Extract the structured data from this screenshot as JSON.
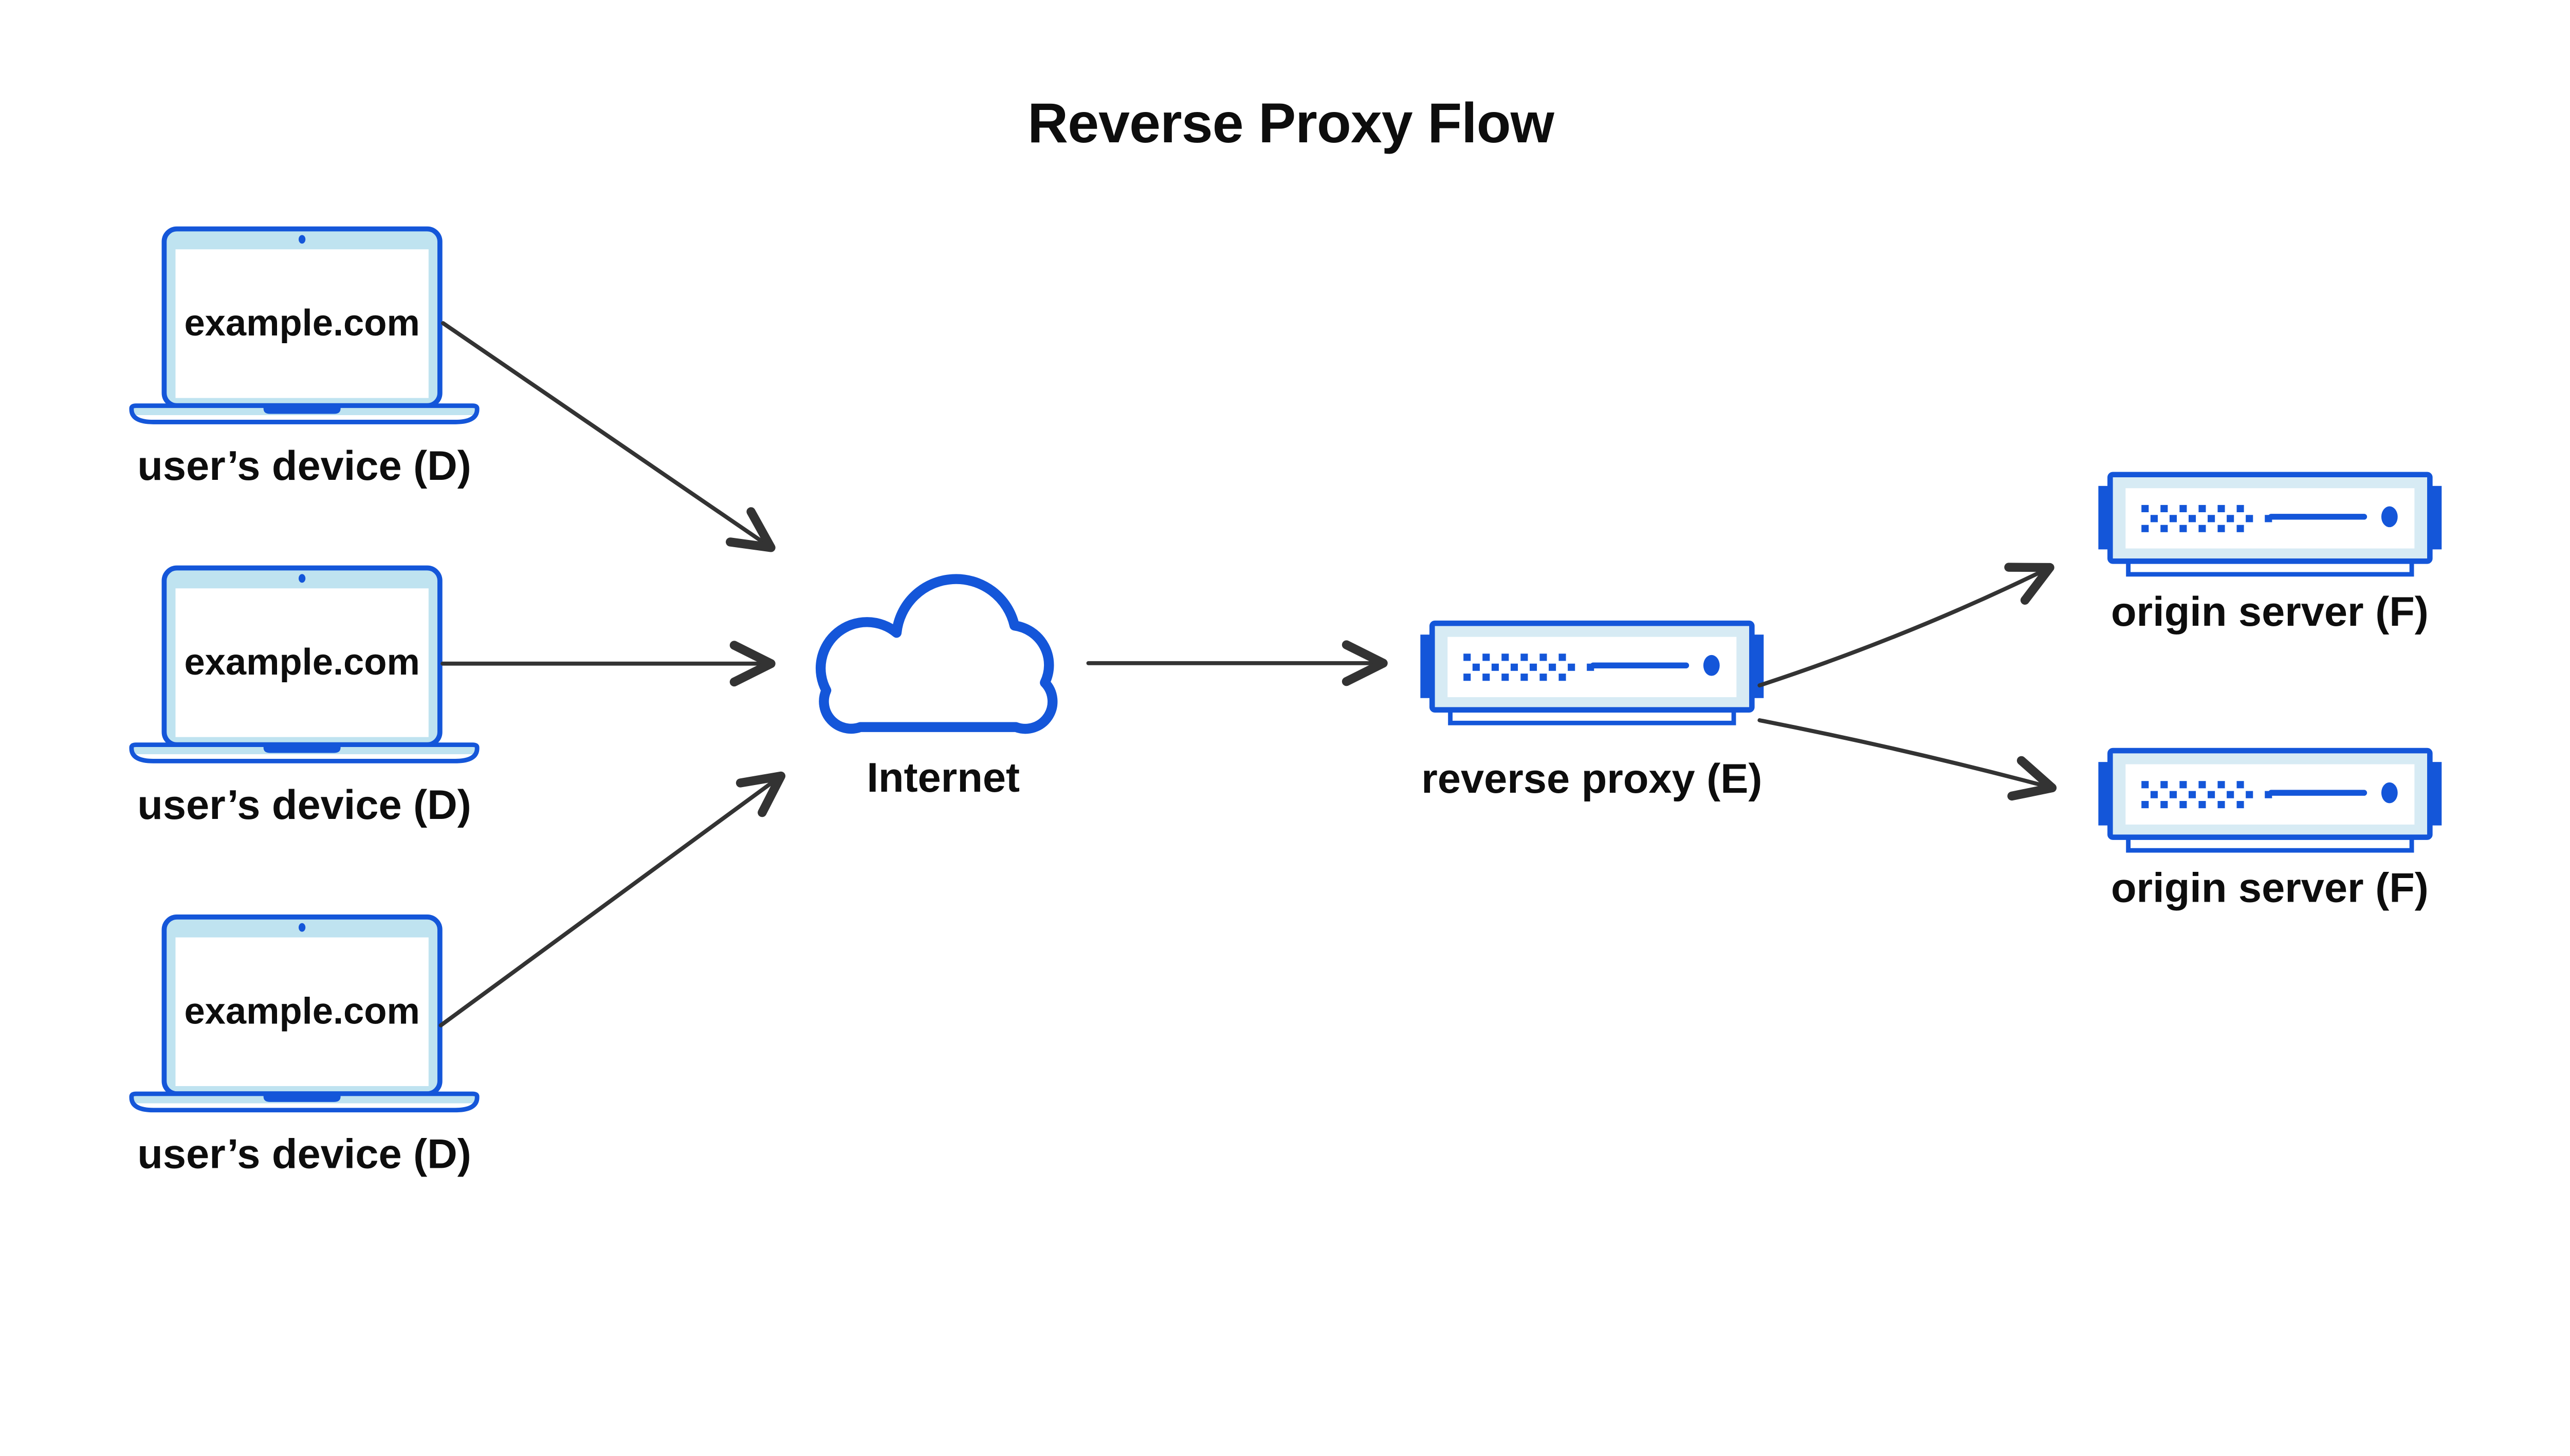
{
  "title": "Reverse Proxy Flow",
  "colors": {
    "accent": "#1456d9",
    "laptop_fill": "#bfe3f0",
    "server_fill": "#d7ebf4",
    "ink": "#0d0d0d",
    "arrow": "#333333",
    "paper": "#ffffff"
  },
  "devices": [
    {
      "screen_text": "example.com",
      "label": "user’s device (D)"
    },
    {
      "screen_text": "example.com",
      "label": "user’s device (D)"
    },
    {
      "screen_text": "example.com",
      "label": "user’s device (D)"
    }
  ],
  "internet": {
    "label": "Internet"
  },
  "proxy": {
    "label": "reverse proxy (E)"
  },
  "origins": [
    {
      "label": "origin server (F)"
    },
    {
      "label": "origin server (F)"
    }
  ]
}
